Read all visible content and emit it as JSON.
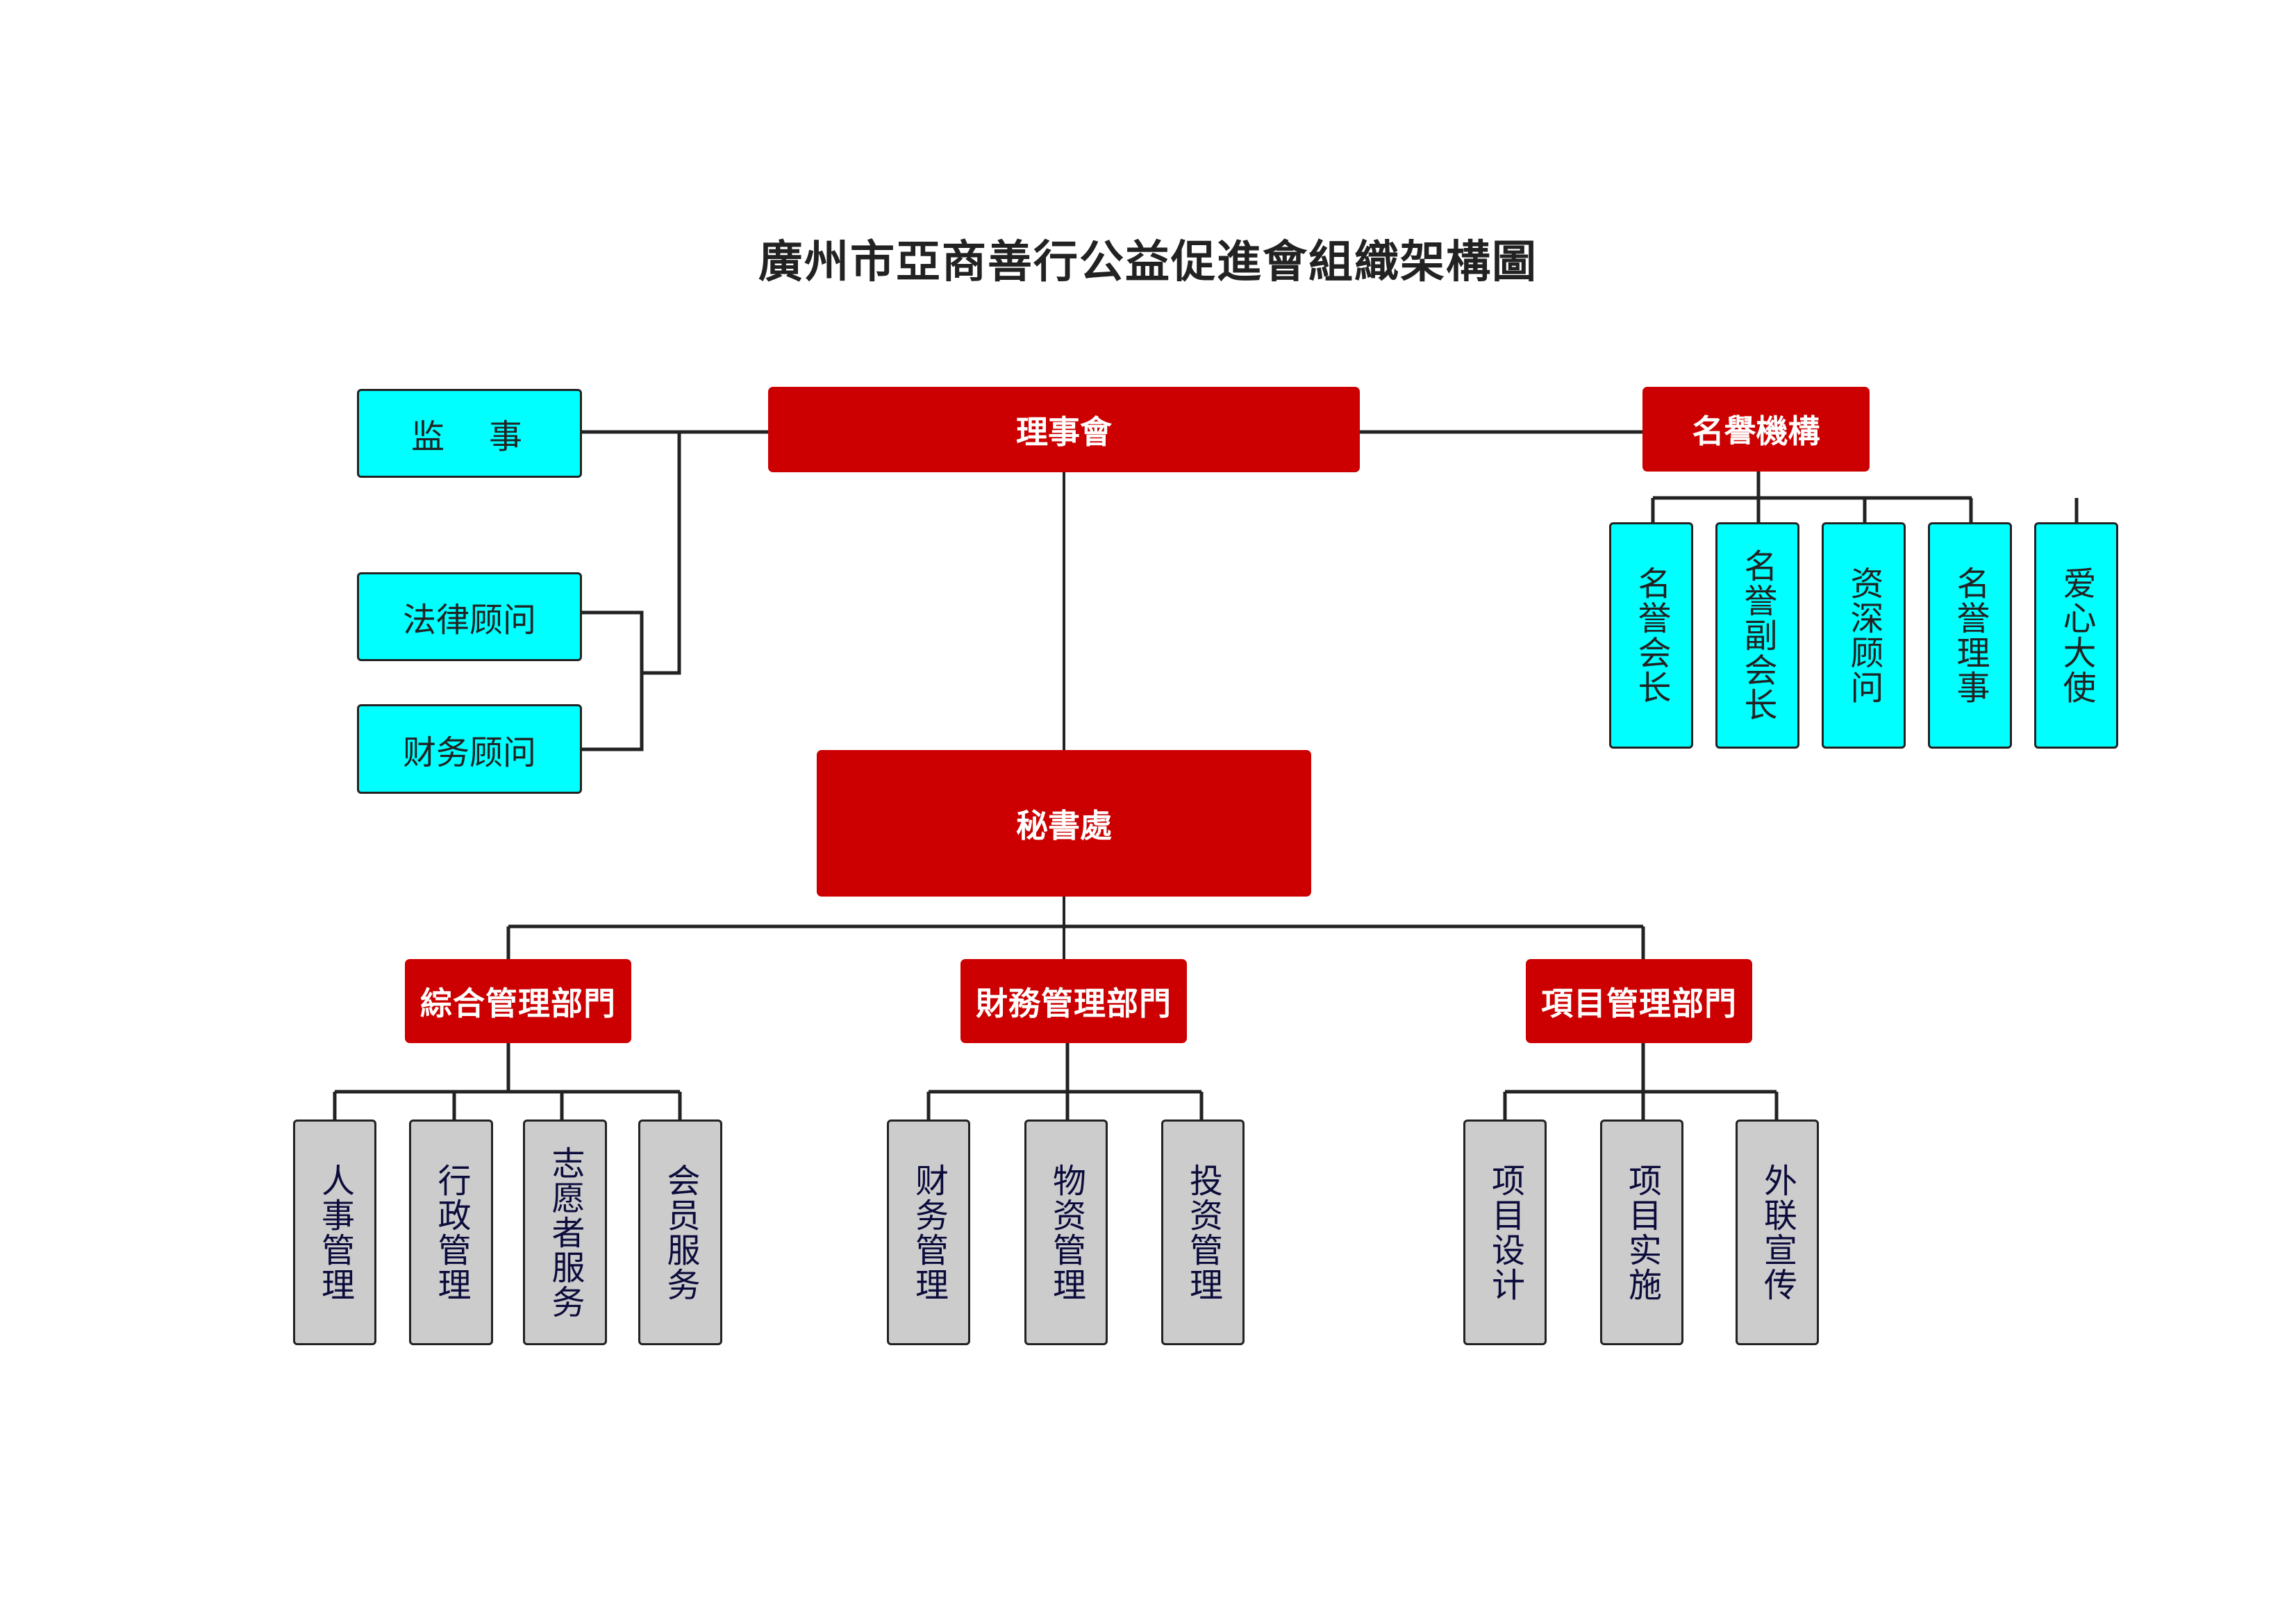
{
  "title": "廣州市亞商善行公益促進會組織架構圖",
  "colors": {
    "leadership": "#cc0000",
    "advisory": "#00ffff",
    "function": "#cccccc",
    "line": "#222222",
    "function_text": "#0c0c3c"
  },
  "board": {
    "label": "理事會"
  },
  "supervisor": {
    "label": "监　事"
  },
  "advisors": [
    {
      "label": "法律顾问"
    },
    {
      "label": "财务顾问"
    }
  ],
  "honorary": {
    "label": "名譽機構",
    "members": [
      {
        "label": "名誉会长"
      },
      {
        "label": "名誉副会长"
      },
      {
        "label": "资深顾问"
      },
      {
        "label": "名誉理事"
      },
      {
        "label": "爱心大使"
      }
    ]
  },
  "secretariat": {
    "label": "秘書處"
  },
  "departments": [
    {
      "label": "綜合管理部門",
      "units": [
        {
          "label": "人事管理"
        },
        {
          "label": "行政管理"
        },
        {
          "label": "志愿者服务"
        },
        {
          "label": "会员服务"
        }
      ]
    },
    {
      "label": "財務管理部門",
      "units": [
        {
          "label": "财务管理"
        },
        {
          "label": "物资管理"
        },
        {
          "label": "投资管理"
        }
      ]
    },
    {
      "label": "項目管理部門",
      "units": [
        {
          "label": "项目设计"
        },
        {
          "label": "项目实施"
        },
        {
          "label": "外联宣传"
        }
      ]
    }
  ]
}
